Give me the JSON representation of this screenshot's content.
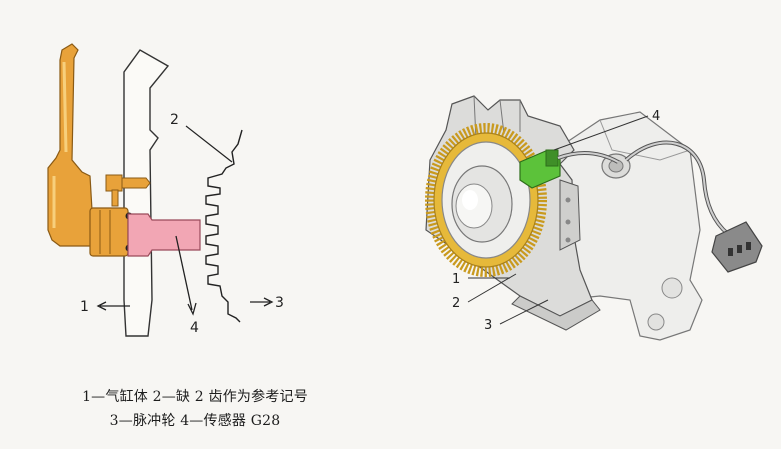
{
  "left_diagram": {
    "callouts": [
      "1",
      "2",
      "3",
      "4"
    ],
    "caption_line1": "1—气缸体 2—缺 2 齿作为参考记号",
    "caption_line2": "3—脉冲轮 4—传感器 G28"
  },
  "right_diagram": {
    "callouts": [
      "1",
      "2",
      "3",
      "4"
    ],
    "caption_line1": "",
    "caption_line2": ""
  },
  "colors": {
    "bracket": "#e8a23a",
    "sensor_tip": "#f2a6b4",
    "ring_gear": "#e6b93a",
    "sensor_green": "#5cc23a",
    "line": "#2a2a2a"
  },
  "icons": [
    "cylinder-block",
    "mounting-bracket",
    "pulse-wheel",
    "speed-sensor",
    "connector-plug"
  ]
}
